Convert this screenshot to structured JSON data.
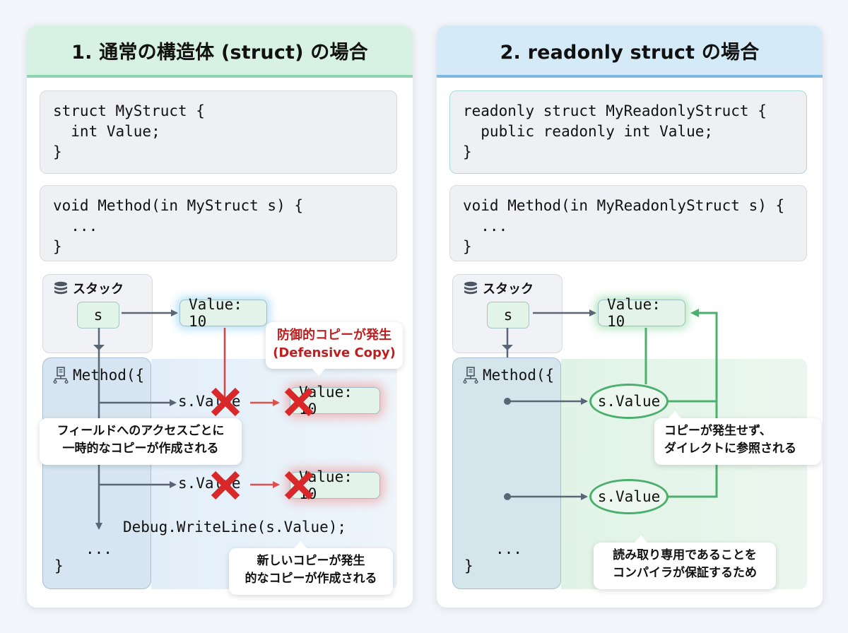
{
  "left": {
    "title": "1. 通常の構造体 (struct) の場合",
    "accent": "#8fd4ae",
    "struct_code": "struct MyStruct {\n  int Value;\n}",
    "method_code": "void Method(in MyStruct s) {\n  ...\n}",
    "stack_label": "スタック",
    "s_label": "s",
    "value_label": "Value: 10",
    "method_label": "Method({",
    "access1": "s.Value",
    "access2": "s.Value",
    "copy1": "Value: 10",
    "copy2": "Value: 10",
    "debug_line": "Debug.WriteLine(s.Value);",
    "ellipsis": "...",
    "close_brace": "}",
    "callout_defensive_line1": "防御的コピーが発生",
    "callout_defensive_line2": "(Defensive Copy)",
    "callout_field_line1": "フィールドへのアクセスごとに",
    "callout_field_line2": "一時的なコピーが作成される",
    "callout_new_line1": "新しいコピーが発生",
    "callout_new_line2": "的なコピーが作成される",
    "error_color": "#d9282a"
  },
  "right": {
    "title": "2. readonly struct の場合",
    "accent": "#7fb8e0",
    "struct_code": "readonly struct MyReadonlyStruct {\n  public readonly int Value;\n}",
    "method_code": "void Method(in MyReadonlyStruct s) {\n  ...\n}",
    "stack_label": "スタック",
    "s_label": "s",
    "value_label": "Value: 10",
    "method_label": "Method({",
    "access1": "s.Value",
    "access2": "s.Value",
    "ellipsis": "...",
    "close_brace": "}",
    "callout_direct_line1": "コピーが発生せず、",
    "callout_direct_line2": "ダイレクトに参照される",
    "callout_guarantee_line1": "読み取り専用であることを",
    "callout_guarantee_line2": "コンパイラが保証するため",
    "ref_color": "#4caf6e"
  },
  "icons": {
    "stack": "database-icon",
    "method": "network-node-icon",
    "error": "cross-icon"
  }
}
